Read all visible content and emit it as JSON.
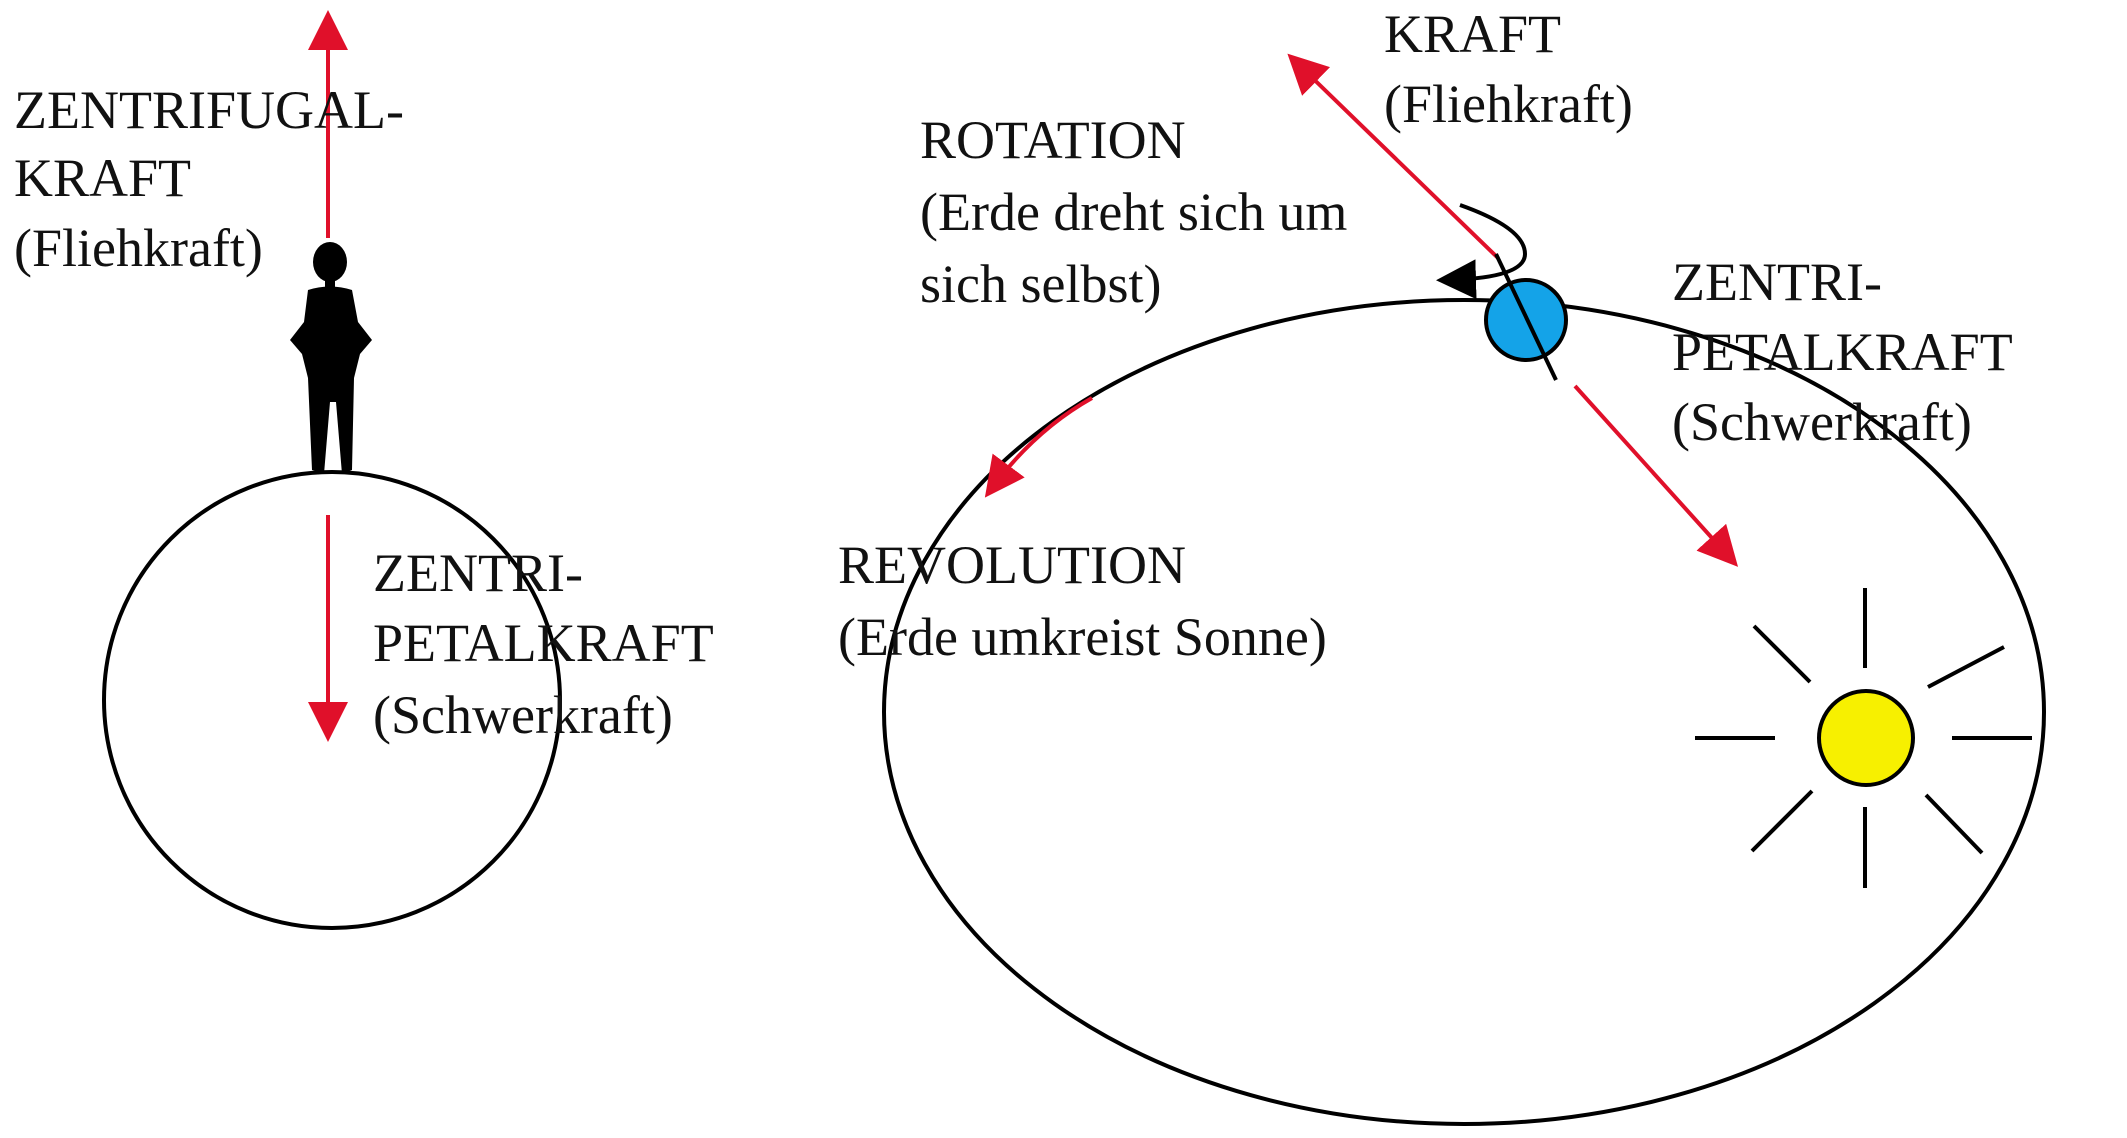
{
  "left_diagram": {
    "centrifugal_label": [
      "ZENTRIFUGAL-",
      "KRAFT",
      "(Fliehkraft)"
    ],
    "centripetal_label": [
      "ZENTRI-",
      "PETALKRAFT",
      "(Schwerkraft)"
    ]
  },
  "right_diagram": {
    "centrifugal_label": [
      "KRAFT",
      "(Fliehkraft)"
    ],
    "rotation_label": [
      "ROTATION",
      "(Erde dreht sich um",
      "sich selbst)"
    ],
    "centripetal_label": [
      "ZENTRI-",
      "PETALKRAFT",
      "(Schwerkraft)"
    ],
    "revolution_label": [
      "REVOLUTION",
      "(Erde umkreist Sonne)"
    ]
  },
  "colors": {
    "force_arrow": "#e0102a",
    "earth": "#14a3e8",
    "sun": "#f7f000",
    "outline": "#000000"
  }
}
